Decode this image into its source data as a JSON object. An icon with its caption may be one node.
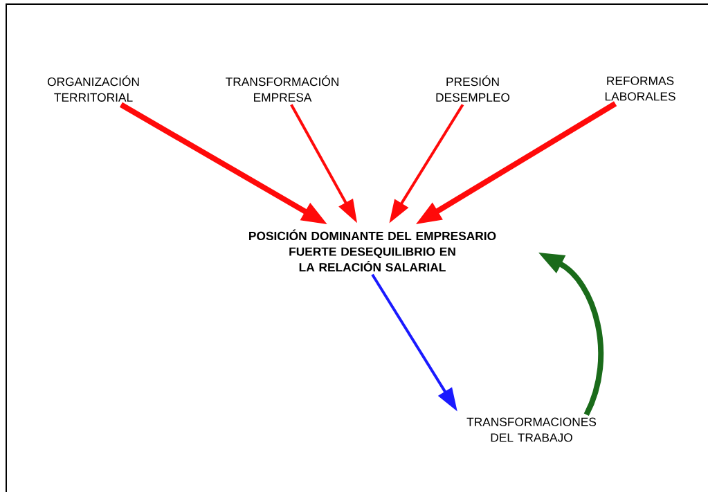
{
  "diagram": {
    "nodes": [
      {
        "text": [
          "ORGANIZACIÓN TERRITORIAL"
        ]
      },
      {
        "text": [
          "TRANSFORMACIÓN EMPRESA"
        ]
      },
      {
        "text": [
          "PRESIÓN DESEMPLEO"
        ]
      },
      {
        "text": [
          "REFORMAS LABORALES"
        ]
      },
      {
        "text": [
          "POSICIÓN DOMINANTE DEL EMPRESARIO",
          "FUERTE DESEQUILIBRIO EN LA RELACIÓN SALARIAL"
        ]
      },
      {
        "text": [
          "TRANSFORMACIONES DEL TRABAJO"
        ]
      }
    ],
    "edges": [
      {
        "from": 0,
        "to": 4,
        "arrow": "to",
        "style": "thick"
      },
      {
        "from": 1,
        "to": 4,
        "arrow": "to"
      },
      {
        "from": 2,
        "to": 4,
        "arrow": "to"
      },
      {
        "from": 3,
        "to": 4,
        "arrow": "to",
        "style": "thick"
      },
      {
        "from": 4,
        "to": 5,
        "arrow": "to",
        "color": "#1a1aff"
      },
      {
        "from": 5,
        "to": 4,
        "arrow": "to",
        "color": "#1a6b1a",
        "style": "thick"
      }
    ]
  }
}
